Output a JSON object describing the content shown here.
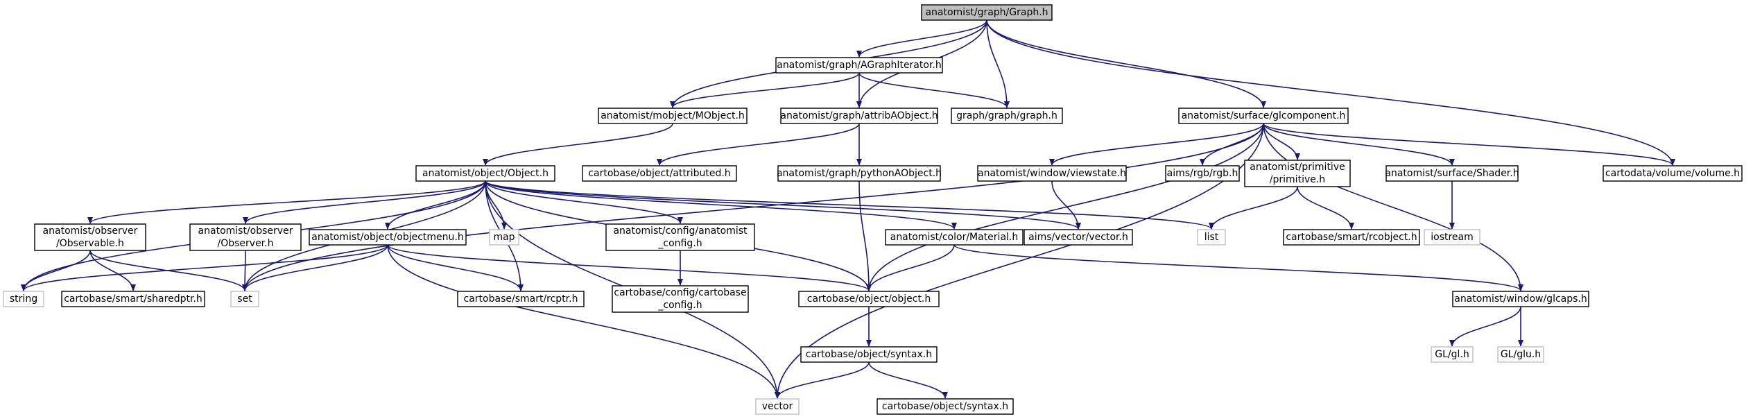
{
  "colors": {
    "edge": "#191970",
    "root_fill": "#bfbfbf",
    "root_stroke": "#000000",
    "local_fill": "#ffffff",
    "local_stroke": "#000000",
    "external_fill": "#ffffff",
    "external_stroke": "#bfbfbf"
  },
  "nodes": [
    {
      "id": "graph_h",
      "lines": [
        "anatomist/graph/Graph.h"
      ],
      "kind": "root"
    },
    {
      "id": "agraphiter",
      "lines": [
        "anatomist/graph/AGraphIterator.h"
      ],
      "kind": "local"
    },
    {
      "id": "mobject",
      "lines": [
        "anatomist/mobject/MObject.h"
      ],
      "kind": "local"
    },
    {
      "id": "attribaobject",
      "lines": [
        "anatomist/graph/attribAObject.h"
      ],
      "kind": "local"
    },
    {
      "id": "graphgraph",
      "lines": [
        "graph/graph/graph.h"
      ],
      "kind": "local"
    },
    {
      "id": "glcomponent",
      "lines": [
        "anatomist/surface/glcomponent.h"
      ],
      "kind": "local"
    },
    {
      "id": "object_h",
      "lines": [
        "anatomist/object/Object.h"
      ],
      "kind": "local"
    },
    {
      "id": "attributed",
      "lines": [
        "cartobase/object/attributed.h"
      ],
      "kind": "local"
    },
    {
      "id": "pythonaobject",
      "lines": [
        "anatomist/graph/pythonAObject.h"
      ],
      "kind": "local"
    },
    {
      "id": "viewstate",
      "lines": [
        "anatomist/window/viewstate.h"
      ],
      "kind": "local"
    },
    {
      "id": "rgb",
      "lines": [
        "aims/rgb/rgb.h"
      ],
      "kind": "local"
    },
    {
      "id": "primitive",
      "lines": [
        "anatomist/primitive",
        "/primitive.h"
      ],
      "kind": "local"
    },
    {
      "id": "shader",
      "lines": [
        "anatomist/surface/Shader.h"
      ],
      "kind": "local"
    },
    {
      "id": "volume",
      "lines": [
        "cartodata/volume/volume.h"
      ],
      "kind": "local"
    },
    {
      "id": "observable",
      "lines": [
        "anatomist/observer",
        "/Observable.h"
      ],
      "kind": "local"
    },
    {
      "id": "observer",
      "lines": [
        "anatomist/observer",
        "/Observer.h"
      ],
      "kind": "local"
    },
    {
      "id": "objectmenu",
      "lines": [
        "anatomist/object/objectmenu.h"
      ],
      "kind": "local"
    },
    {
      "id": "map",
      "lines": [
        "map"
      ],
      "kind": "external"
    },
    {
      "id": "anaconfig",
      "lines": [
        "anatomist/config/anatomist",
        "_config.h"
      ],
      "kind": "local"
    },
    {
      "id": "material",
      "lines": [
        "anatomist/color/Material.h"
      ],
      "kind": "local"
    },
    {
      "id": "vectorh",
      "lines": [
        "aims/vector/vector.h"
      ],
      "kind": "local"
    },
    {
      "id": "list",
      "lines": [
        "list"
      ],
      "kind": "external"
    },
    {
      "id": "rcobject",
      "lines": [
        "cartobase/smart/rcobject.h"
      ],
      "kind": "local"
    },
    {
      "id": "iostream",
      "lines": [
        "iostream"
      ],
      "kind": "external"
    },
    {
      "id": "string",
      "lines": [
        "string"
      ],
      "kind": "external"
    },
    {
      "id": "sharedptr",
      "lines": [
        "cartobase/smart/sharedptr.h"
      ],
      "kind": "local"
    },
    {
      "id": "set",
      "lines": [
        "set"
      ],
      "kind": "external"
    },
    {
      "id": "rcptr",
      "lines": [
        "cartobase/smart/rcptr.h"
      ],
      "kind": "local"
    },
    {
      "id": "cbconfig",
      "lines": [
        "cartobase/config/cartobase",
        "_config.h"
      ],
      "kind": "local"
    },
    {
      "id": "cbobject",
      "lines": [
        "cartobase/object/object.h"
      ],
      "kind": "local"
    },
    {
      "id": "glcaps",
      "lines": [
        "anatomist/window/glcaps.h"
      ],
      "kind": "local"
    },
    {
      "id": "syntax",
      "lines": [
        "cartobase/object/syntax.h"
      ],
      "kind": "local"
    },
    {
      "id": "glh",
      "lines": [
        "GL/gl.h"
      ],
      "kind": "external"
    },
    {
      "id": "gluh",
      "lines": [
        "GL/glu.h"
      ],
      "kind": "external"
    },
    {
      "id": "vector",
      "lines": [
        "vector"
      ],
      "kind": "external"
    },
    {
      "id": "syntax2",
      "lines": [
        "cartobase/object/syntax.h"
      ],
      "kind": "local"
    }
  ],
  "edges": [
    [
      "graph_h",
      "agraphiter"
    ],
    [
      "graph_h",
      "mobject"
    ],
    [
      "graph_h",
      "attribaobject"
    ],
    [
      "graph_h",
      "graphgraph"
    ],
    [
      "graph_h",
      "glcomponent"
    ],
    [
      "graph_h",
      "volume"
    ],
    [
      "agraphiter",
      "mobject"
    ],
    [
      "agraphiter",
      "attribaobject"
    ],
    [
      "agraphiter",
      "graphgraph"
    ],
    [
      "mobject",
      "object_h"
    ],
    [
      "attribaobject",
      "attributed"
    ],
    [
      "attribaobject",
      "pythonaobject"
    ],
    [
      "pythonaobject",
      "cbobject"
    ],
    [
      "glcomponent",
      "set"
    ],
    [
      "glcomponent",
      "viewstate"
    ],
    [
      "glcomponent",
      "rgb"
    ],
    [
      "glcomponent",
      "primitive"
    ],
    [
      "glcomponent",
      "shader"
    ],
    [
      "glcomponent",
      "volume"
    ],
    [
      "glcomponent",
      "cbobject"
    ],
    [
      "glcomponent",
      "glcaps"
    ],
    [
      "glcomponent",
      "vector"
    ],
    [
      "viewstate",
      "vectorh"
    ],
    [
      "primitive",
      "list"
    ],
    [
      "primitive",
      "rcobject"
    ],
    [
      "shader",
      "iostream"
    ],
    [
      "object_h",
      "observable"
    ],
    [
      "object_h",
      "observer"
    ],
    [
      "object_h",
      "objectmenu"
    ],
    [
      "object_h",
      "map"
    ],
    [
      "object_h",
      "anaconfig"
    ],
    [
      "object_h",
      "material"
    ],
    [
      "object_h",
      "vectorh"
    ],
    [
      "object_h",
      "list"
    ],
    [
      "object_h",
      "string"
    ],
    [
      "object_h",
      "set"
    ],
    [
      "object_h",
      "rcptr"
    ],
    [
      "object_h",
      "cbobject"
    ],
    [
      "object_h",
      "vector"
    ],
    [
      "observable",
      "string"
    ],
    [
      "observable",
      "sharedptr"
    ],
    [
      "observable",
      "set"
    ],
    [
      "observer",
      "set"
    ],
    [
      "objectmenu",
      "string"
    ],
    [
      "objectmenu",
      "set"
    ],
    [
      "objectmenu",
      "rcptr"
    ],
    [
      "objectmenu",
      "cbobject"
    ],
    [
      "objectmenu",
      "vector"
    ],
    [
      "anaconfig",
      "cbconfig"
    ],
    [
      "material",
      "cbobject"
    ],
    [
      "material",
      "glcaps"
    ],
    [
      "cbobject",
      "syntax"
    ],
    [
      "syntax",
      "vector"
    ],
    [
      "syntax",
      "syntax2"
    ],
    [
      "glcaps",
      "glh"
    ],
    [
      "glcaps",
      "gluh"
    ]
  ]
}
